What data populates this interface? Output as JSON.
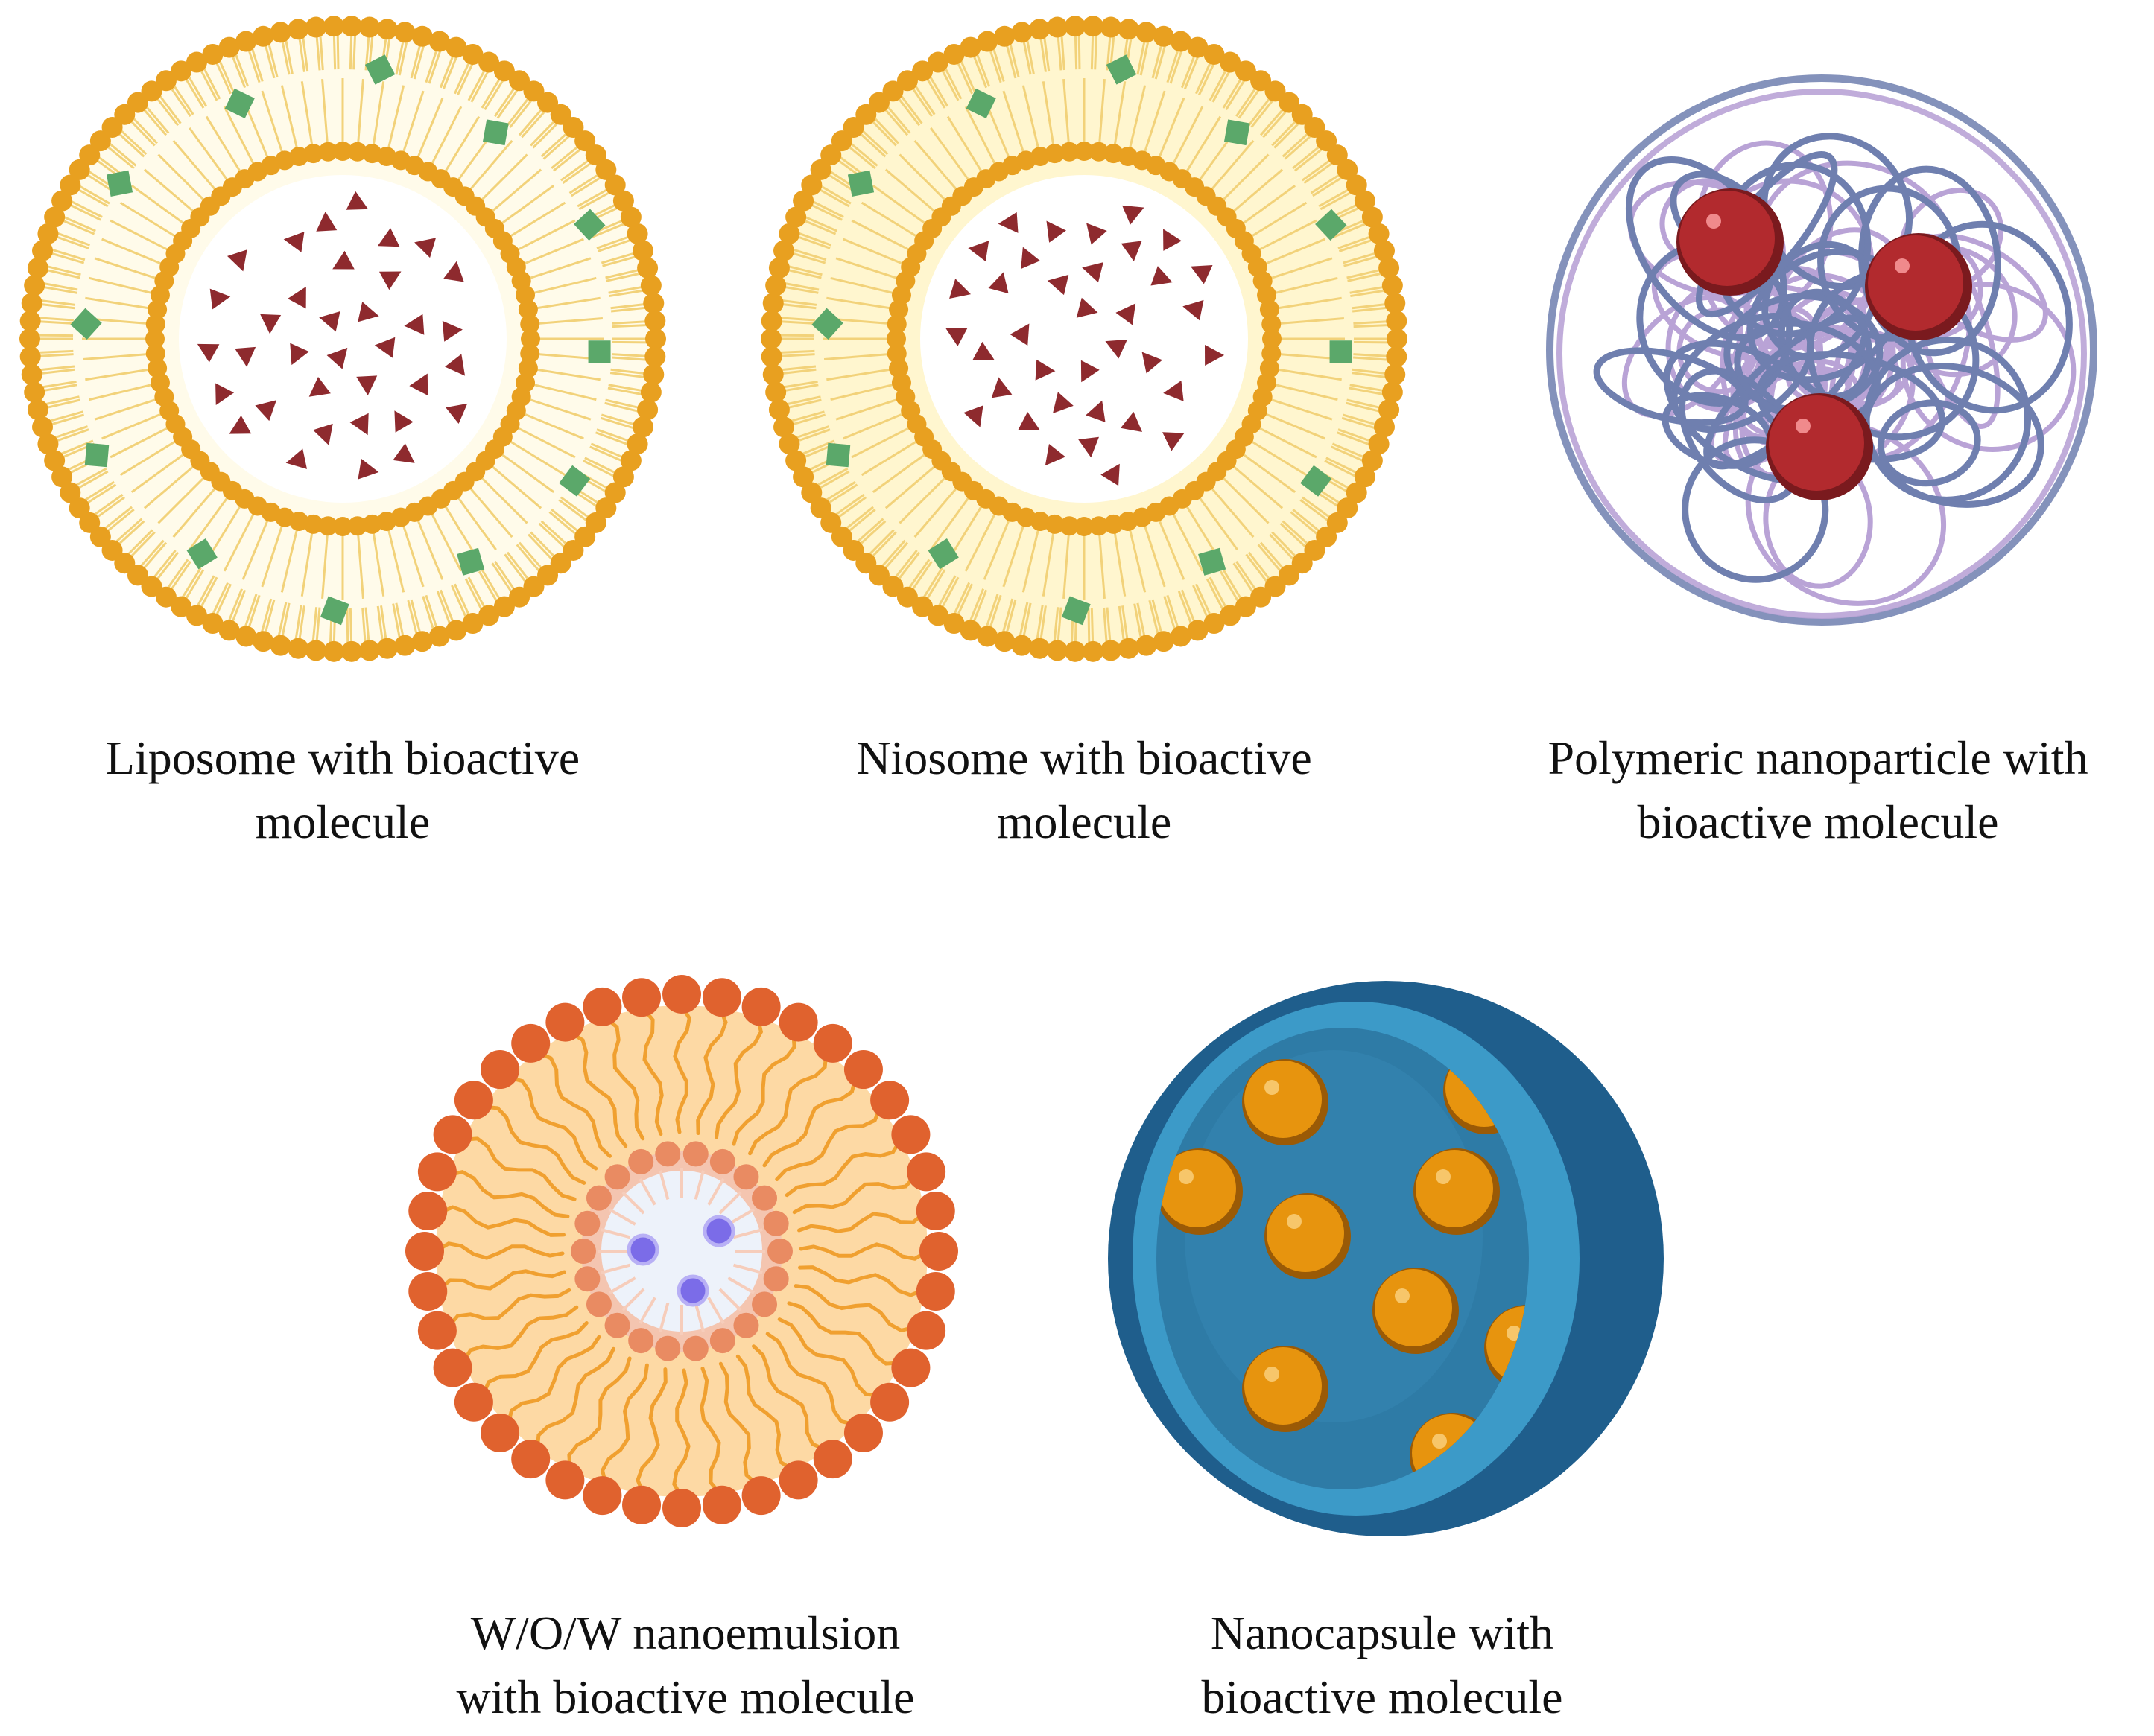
{
  "figure": {
    "items": [
      {
        "id": "liposome",
        "caption_lines": [
          "Liposome with bioactive",
          "molecule"
        ]
      },
      {
        "id": "niosome",
        "caption_lines": [
          "Niosome with bioactive",
          "molecule"
        ]
      },
      {
        "id": "polymeric-nanoparticle",
        "caption_lines": [
          "Polymeric nanoparticle with",
          "bioactive molecule"
        ]
      },
      {
        "id": "wow-nanoemulsion",
        "caption_lines": [
          "W/O/W nanoemulsion",
          "with bioactive molecule"
        ]
      },
      {
        "id": "nanocapsule",
        "caption_lines": [
          "Nanocapsule with",
          "bioactive molecule"
        ]
      }
    ]
  },
  "colors": {
    "lipid_head": "#E8A020",
    "lipid_tail": "#F2D27A",
    "lipid_fill": "#FFFBEA",
    "niosome_fill": "#FFF6CF",
    "hydrophobic_drug": "#5BA86A",
    "hydrophilic_drug": "#8E2A2E",
    "polymer_dark": "#6F7FAF",
    "polymer_light": "#B9A3D6",
    "polymer_drug": "#B22A2E",
    "emulsion_head": "#E0622E",
    "emulsion_tail": "#F0A030",
    "emulsion_oil": "#FDD9A4",
    "emulsion_inner_head": "#E98B62",
    "emulsion_core": "#EDF2FA",
    "emulsion_drug": "#7B6CE8",
    "capsule_shell": "#1F5E8C",
    "capsule_rim": "#3C9AC8",
    "capsule_core": "#2E7BA6",
    "capsule_drug": "#E7940E"
  }
}
